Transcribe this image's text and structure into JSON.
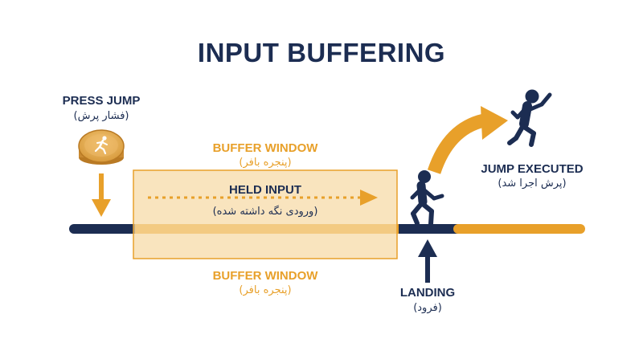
{
  "title": "INPUT BUFFERING",
  "press_jump": {
    "label": "PRESS JUMP",
    "label_fa": "(فشار پرش)"
  },
  "buffer_window_top": {
    "label": "BUFFER WINDOW",
    "label_fa": "(پنجره بافر)"
  },
  "buffer_window_bottom": {
    "label": "BUFFER WINDOW",
    "label_fa": "(پنجره بافر)"
  },
  "held_input": {
    "label": "HELD INPUT",
    "label_fa": "(ورودی نگه داشته شده)"
  },
  "landing": {
    "label": "LANDING",
    "label_fa": "(فرود)"
  },
  "jump_executed": {
    "label": "JUMP EXECUTED",
    "label_fa": "(پرش اجرا شد)"
  },
  "icons": [
    "jump-button-icon",
    "running-person-icon",
    "landing-person-icon",
    "jumping-person-icon"
  ],
  "colors": {
    "navy": "#1c2d52",
    "orange": "#e8a02a",
    "buffer_fill": "#f9e4bf",
    "button_gold": "#dca24a"
  }
}
